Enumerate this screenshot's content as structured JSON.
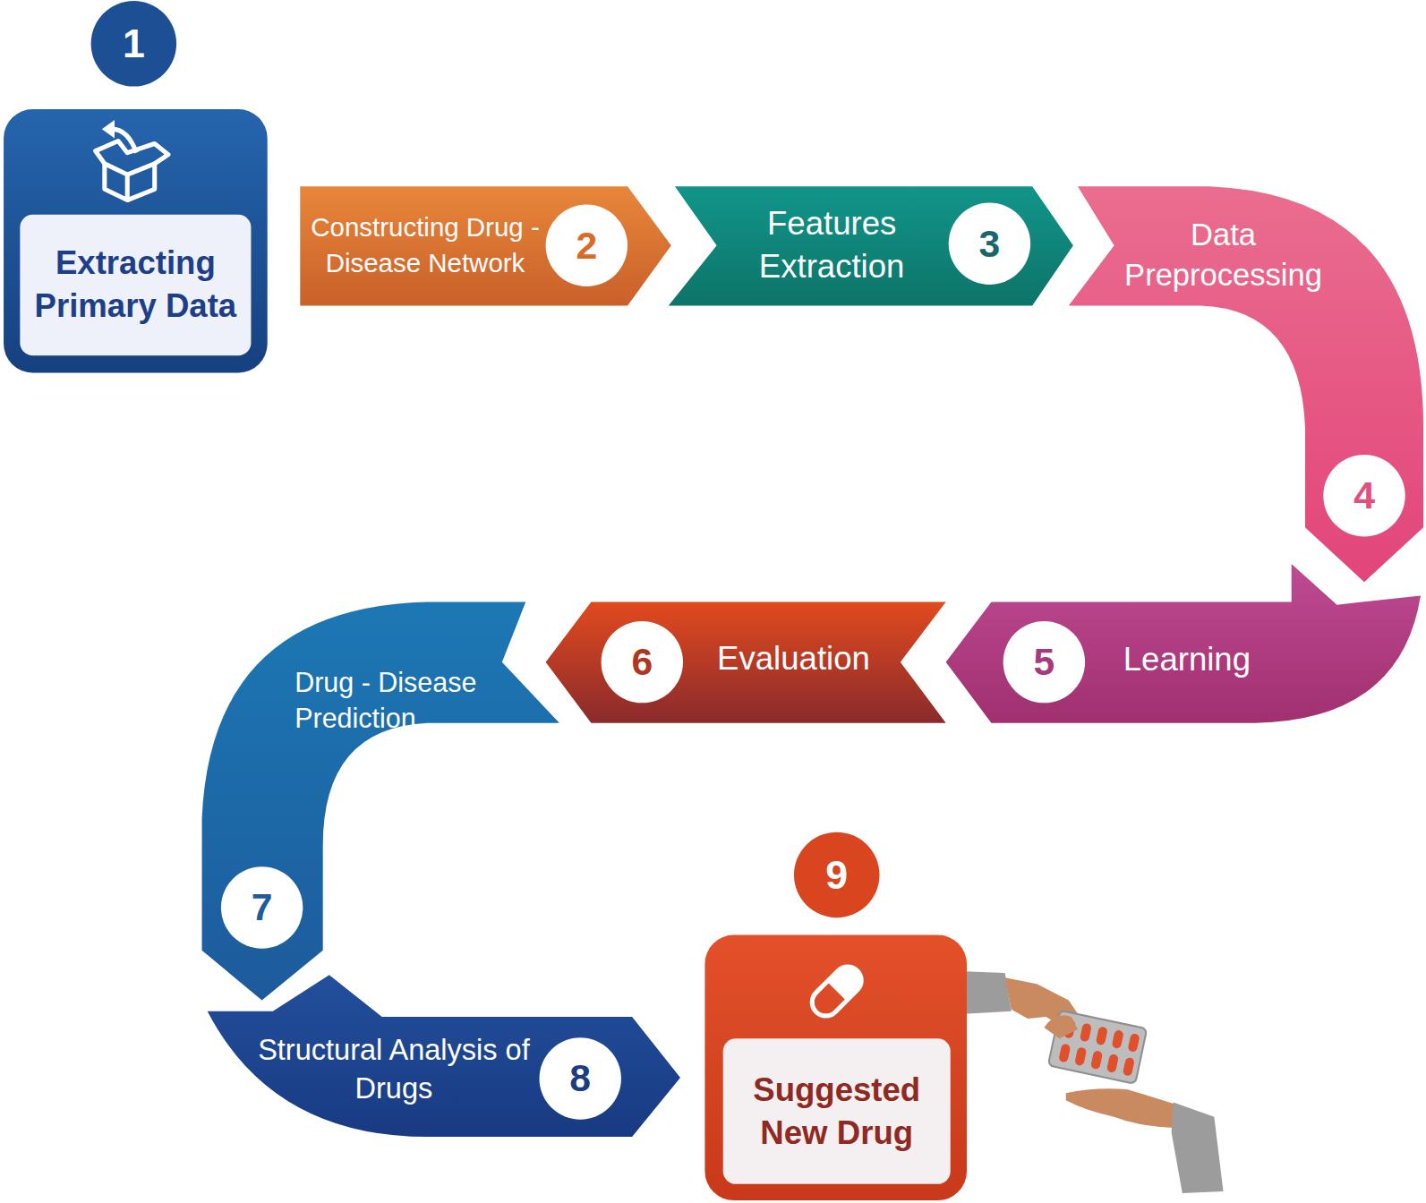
{
  "diagram": {
    "nodes": [
      {
        "text": [
          "1",
          "Extracting Primary Data"
        ]
      },
      {
        "text": [
          "Constructing Drug - Disease Network",
          "2"
        ]
      },
      {
        "text": [
          "Features Extraction",
          "3"
        ]
      },
      {
        "text": [
          "Data Preprocessing",
          "4"
        ]
      },
      {
        "text": [
          "Learning",
          "5"
        ]
      },
      {
        "text": [
          "Evaluation",
          "6"
        ]
      },
      {
        "text": [
          "Drug - Disease Prediction",
          "7"
        ]
      },
      {
        "text": [
          "Structural Analysis of Drugs",
          "8"
        ]
      },
      {
        "text": [
          "9",
          "Suggested New Drug"
        ]
      }
    ]
  }
}
